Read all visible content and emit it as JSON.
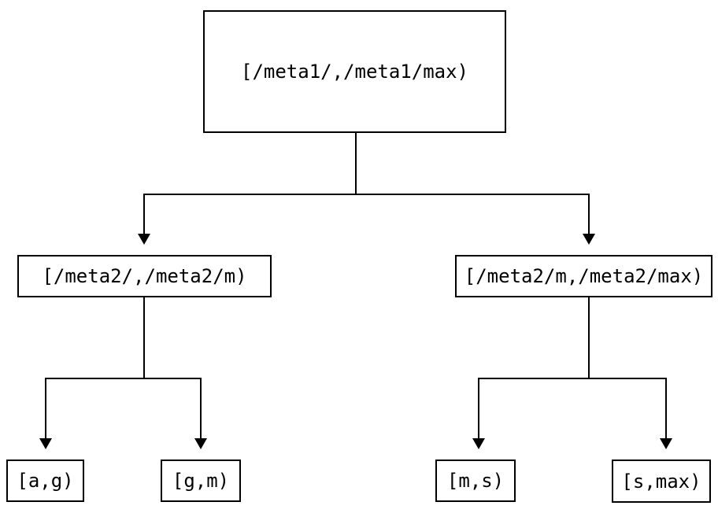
{
  "diagram": {
    "type": "tree",
    "description": "Binary tree of key-range partitions",
    "colors": {
      "background": "#ffffff",
      "line": "#000000",
      "text": "#000000",
      "box_border": "#000000"
    },
    "tree": {
      "root": {
        "label": "[/meta1/,/meta1/max)"
      },
      "children": [
        {
          "label": "[/meta2/,/meta2/m)",
          "children": [
            {
              "label": "[a,g)"
            },
            {
              "label": "[g,m)"
            }
          ]
        },
        {
          "label": "[/meta2/m,/meta2/max)",
          "children": [
            {
              "label": "[m,s)"
            },
            {
              "label": "[s,max)"
            }
          ]
        }
      ]
    },
    "edges": [
      {
        "from": "[/meta1/,/meta1/max)",
        "to": "[/meta2/,/meta2/m)"
      },
      {
        "from": "[/meta1/,/meta1/max)",
        "to": "[/meta2/m,/meta2/max)"
      },
      {
        "from": "[/meta2/,/meta2/m)",
        "to": "[a,g)"
      },
      {
        "from": "[/meta2/,/meta2/m)",
        "to": "[g,m)"
      },
      {
        "from": "[/meta2/m,/meta2/max)",
        "to": "[m,s)"
      },
      {
        "from": "[/meta2/m,/meta2/max)",
        "to": "[s,max)"
      }
    ]
  }
}
